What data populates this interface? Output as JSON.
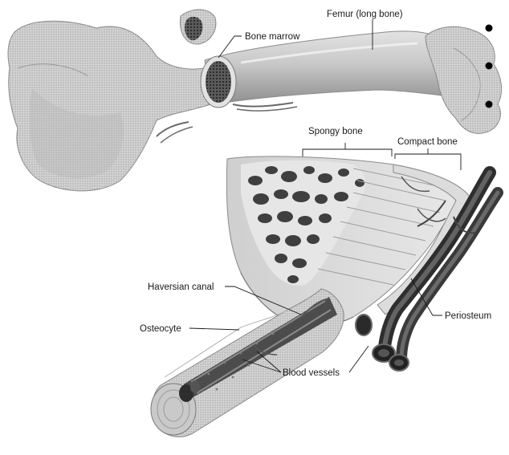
{
  "labels": {
    "femur": "Femur (long bone)",
    "bone_marrow": "Bone marrow",
    "spongy_bone": "Spongy bone",
    "compact_bone": "Compact bone",
    "haversian_canal": "Haversian canal",
    "osteocyte": "Osteocyte",
    "periosteum": "Periosteum",
    "blood_vessels": "Blood vessels"
  },
  "colors": {
    "bone_fill": "#cfcfcf",
    "bone_shadow": "#9a9a9a",
    "bone_dark": "#5a5a5a",
    "marrow": "#4a4a4a",
    "vessel": "#3c3c3c",
    "background": "#ffffff"
  },
  "decorations": {
    "dot_count": 3
  }
}
